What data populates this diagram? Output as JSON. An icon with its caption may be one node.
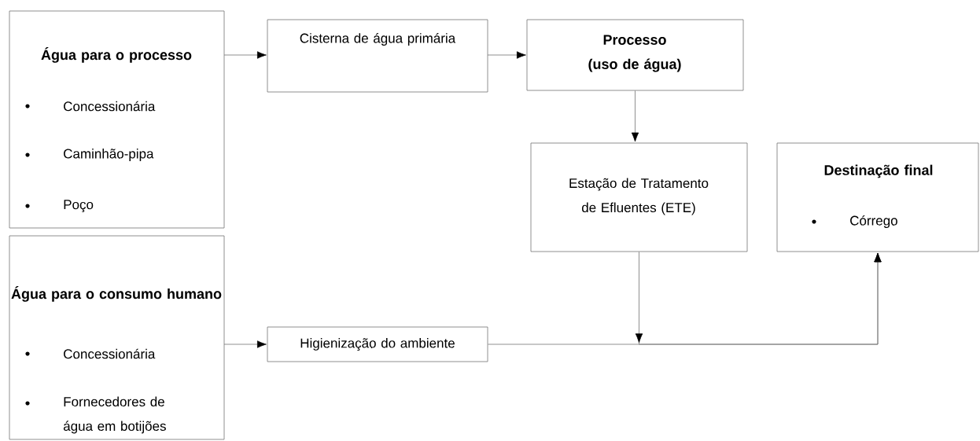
{
  "diagram": {
    "nodes": [
      {
        "text": [
          "Água para o processo",
          "Concessionária",
          "Caminhão-pipa",
          "Poço"
        ]
      },
      {
        "text": [
          "Água para o consumo humano",
          "Concessionária",
          "Fornecedores de água em botijões"
        ]
      },
      {
        "text": [
          "Cisterna de água primária"
        ]
      },
      {
        "text": [
          "Processo (uso de água)"
        ]
      },
      {
        "text": [
          "Estação de Tratamento de Efluentes (ETE)"
        ]
      },
      {
        "text": [
          "Higienização do ambiente"
        ]
      },
      {
        "text": [
          "Destinação final",
          "Córrego"
        ]
      }
    ],
    "edges": [
      {
        "from": 0,
        "to": 2,
        "arrow": "to"
      },
      {
        "from": 2,
        "to": 3,
        "arrow": "to"
      },
      {
        "from": 3,
        "to": 4,
        "arrow": "to"
      },
      {
        "from": 1,
        "to": 5,
        "arrow": "to"
      },
      {
        "from": 4,
        "to": 6,
        "arrow": "to"
      },
      {
        "from": 5,
        "to": 6,
        "arrow": "to"
      }
    ]
  }
}
